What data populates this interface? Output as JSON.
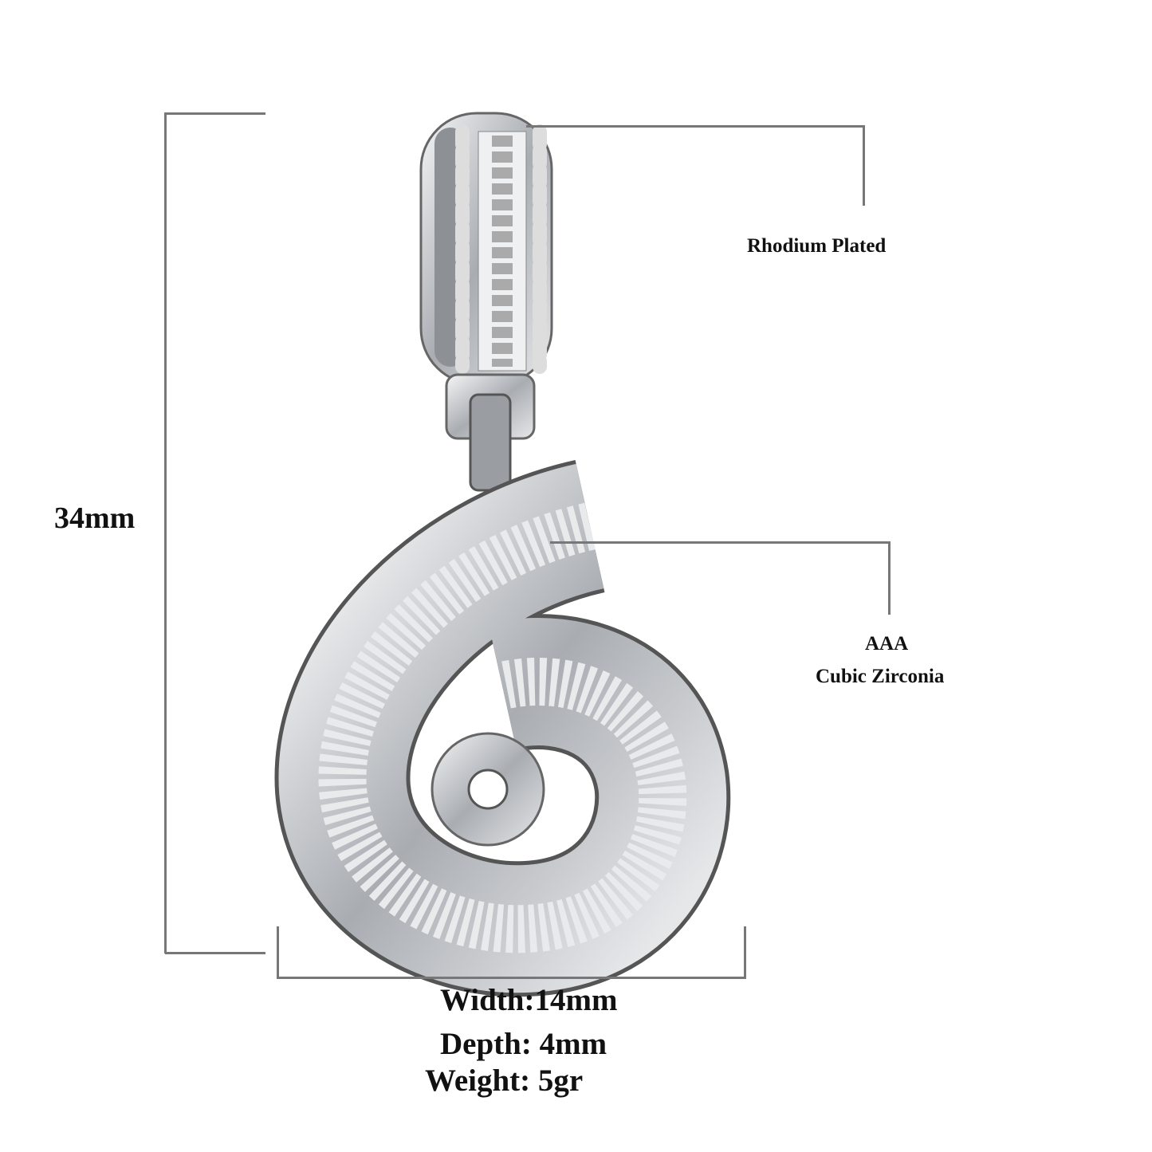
{
  "dimensions": {
    "height": "34mm",
    "width": "Width:14mm",
    "depth": "Depth: 4mm",
    "weight": "Weight: 5gr"
  },
  "callouts": {
    "plating": "Rhodium Plated",
    "stone_grade": "AAA",
    "stone_type": "Cubic Zirconia"
  },
  "colors": {
    "line": "#777777",
    "metal": "#c9ccd0"
  }
}
